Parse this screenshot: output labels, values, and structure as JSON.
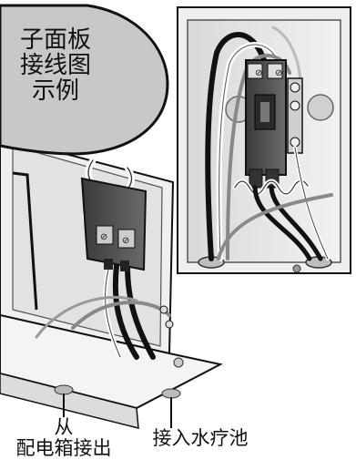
{
  "callout": {
    "line1": "子面板",
    "line2": "接线图",
    "line3": "示例"
  },
  "labels": {
    "from_line1": "从",
    "from_line2": "配电箱接出",
    "to_pool": "接入水疗池"
  },
  "colors": {
    "bubble_fill": "#c8c8c8",
    "outline": "#111111",
    "panel_fill": "#e6e6e6",
    "wire_black": "#1a1a1a",
    "wire_white": "#ffffff",
    "wire_gray": "#8a8a8a"
  }
}
